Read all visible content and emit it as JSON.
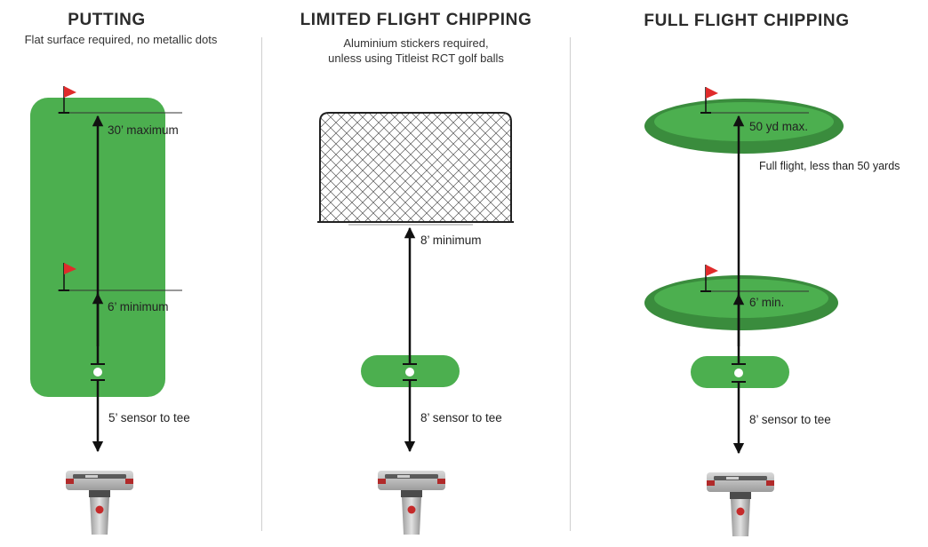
{
  "putting": {
    "title": "PUTTING",
    "subtitle": "Flat surface required, no metallic dots",
    "max_label": "30’ maximum",
    "min_label": "6’ minimum",
    "sensor_label": "5’ sensor to tee"
  },
  "limited": {
    "title": "LIMITED FLIGHT CHIPPING",
    "subtitle_line1": "Aluminium stickers required,",
    "subtitle_line2": "unless using Titleist RCT golf balls",
    "min_label": "8’ minimum",
    "sensor_label": "8’ sensor to tee"
  },
  "full": {
    "title": "FULL FLIGHT CHIPPING",
    "max_label": "50 yd max.",
    "note": "Full flight, less than 50 yards",
    "min_label": "6’ min.",
    "sensor_label": "8’ sensor to tee"
  },
  "colors": {
    "green": "#4caf4f",
    "dark_green": "#3a8c3d",
    "flag": "#e02b2b",
    "arrow": "#111111"
  }
}
